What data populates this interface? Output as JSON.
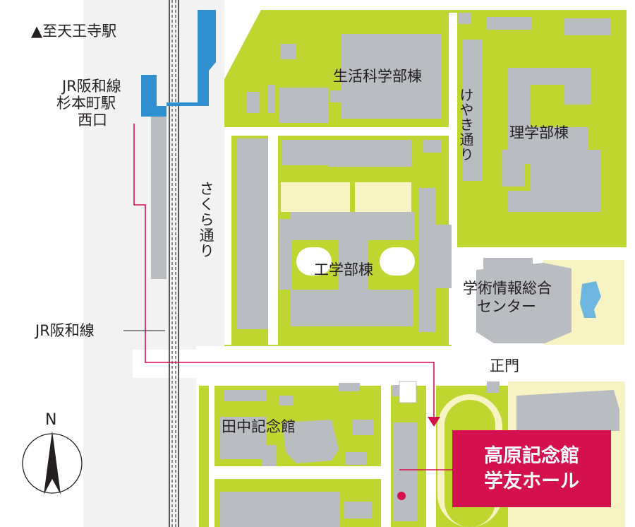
{
  "labels": {
    "north_direction": "▲至天王寺駅",
    "station": [
      "JR阪和線",
      "杉本町駅",
      "西口"
    ],
    "sakura": "さくら通り",
    "keyaki": "けやき通り",
    "seikatsu": "生活科学部棟",
    "rigaku": "理学部棟",
    "kogaku": "工学部棟",
    "gakujutsu": [
      "学術情報総合",
      "センター"
    ],
    "line": "JR阪和線",
    "seimon": "正門",
    "tanaka": "田中記念館",
    "compass": "N"
  },
  "destination": {
    "line1": "高原記念館",
    "line2": "学友ホール"
  },
  "colors": {
    "green": "#bfd630",
    "grey_building": "#b9bdc1",
    "cream": "#f7f3c2",
    "road": "#f2f2f2",
    "station_blue": "#2f8fcf",
    "route": "#d5104f",
    "destination_bg": "#d5104f"
  }
}
